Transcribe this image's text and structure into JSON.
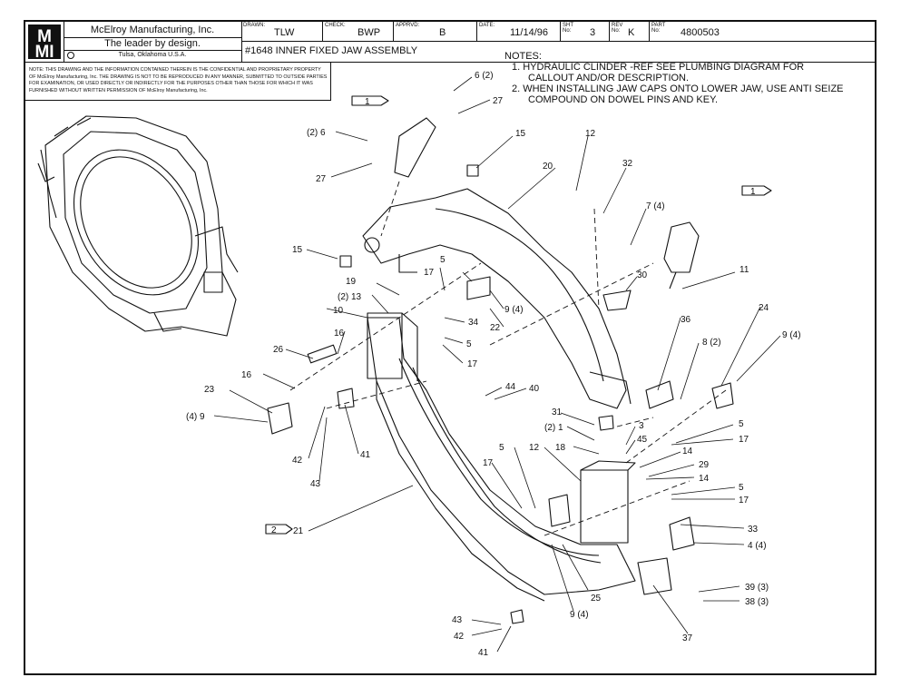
{
  "title_block": {
    "company": "McElroy Manufacturing, Inc.",
    "tagline": "The leader by design.",
    "location": "Tulsa, Oklahoma U.S.A.",
    "drawn_label": "DRAWN:",
    "drawn": "TLW",
    "check_label": "CHECK:",
    "check": "BWP",
    "apprvd_label": "APPRVD:",
    "apprvd": "B",
    "date_label": "DATE:",
    "date": "11/14/96",
    "sht_label": "SHT No:",
    "sht": "3",
    "rev_label": "REV No:",
    "rev": "K",
    "part_label": "PART No:",
    "part": "4800503",
    "title": "#1648 INNER FIXED JAW ASSEMBLY"
  },
  "proprietary_note": "NOTE: THIS DRAWING AND THE INFORMATION CONTAINED THEREIN IS THE CONFIDENTIAL AND PROPRIETARY PROPERTY OF McElroy Manufacturing, Inc. THE DRAWING IS NOT TO BE REPRODUCED IN ANY MANNER, SUBMITTED TO OUTSIDE PARTIES FOR EXAMINATION, OR USED DIRECTLY OR INDIRECTLY FOR THE PURPOSES OTHER THAN THOSE FOR WHICH IT WAS FURNISHED WITHOUT WRITTEN PERMISSION OF McElroy Manufacturing, Inc.",
  "notes": {
    "heading": "NOTES:",
    "n1a": "1.  HYDRAULIC CLINDER -REF SEE PLUMBING DIAGRAM FOR",
    "n1b": "CALLOUT AND/OR DESCRIPTION.",
    "n2a": "2.  WHEN INSTALLING JAW CAPS ONTO LOWER JAW, USE ANTI SEIZE",
    "n2b": "COMPOUND ON DOWEL PINS AND KEY."
  },
  "callouts": [
    "6 (2)",
    "27",
    "(2) 6",
    "27",
    "15",
    "12",
    "20",
    "32",
    "7 (4)",
    "1",
    "1",
    "15",
    "11",
    "17",
    "5",
    "19",
    "(2) 13",
    "10",
    "34",
    "9 (4)",
    "22",
    "30",
    "36",
    "24",
    "9 (4)",
    "8 (2)",
    "16",
    "26",
    "16",
    "5",
    "17",
    "23",
    "(4) 9",
    "44",
    "40",
    "31",
    "(2) 1",
    "3",
    "45",
    "18",
    "5",
    "17",
    "5",
    "12",
    "14",
    "29",
    "17",
    "14",
    "5",
    "17",
    "42",
    "43",
    "41",
    "33",
    "4 (4)",
    "2",
    "21",
    "39 (3)",
    "38 (3)",
    "25",
    "9 (4)",
    "43",
    "42",
    "41",
    "37"
  ]
}
